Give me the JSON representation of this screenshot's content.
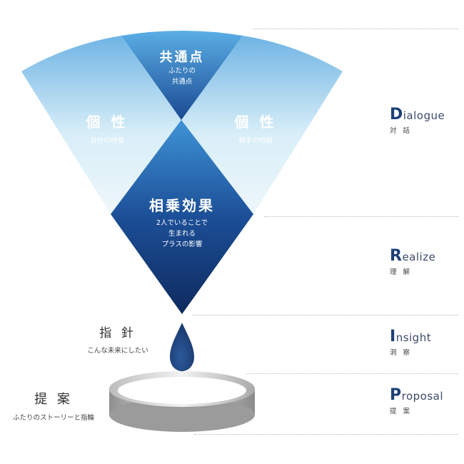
{
  "colors": {
    "fan_light": "#d8eef8",
    "fan_mid": "#6fb4e4",
    "fan_dark": "#0e2a5e",
    "drop": "#1b3b72",
    "ring_light": "#eeeeee",
    "ring_dark": "#9a9a9a",
    "accent_letter": "#1b3f78",
    "divider": "#b8b8b8"
  },
  "diagram": {
    "common": {
      "title": "共通点",
      "sub_line1": "ふたりの",
      "sub_line2": "共通点"
    },
    "self": {
      "title": "個 性",
      "sub": "自分の特徴"
    },
    "partner": {
      "title": "個 性",
      "sub": "相手の特徴"
    },
    "synergy": {
      "title": "相乗効果",
      "sub_line1": "2人でいることで",
      "sub_line2": "生まれる",
      "sub_line3": "プラスの影響"
    },
    "guide": {
      "title": "指 針",
      "sub": "こんな未来にしたい",
      "icon": "drop-icon"
    },
    "proposal": {
      "title": "提 案",
      "sub": "ふたりのストーリーと指輪",
      "icon": "ring-icon"
    }
  },
  "steps": [
    {
      "initial": "D",
      "rest": "ialogue",
      "ja": "対 話"
    },
    {
      "initial": "R",
      "rest": "ealize",
      "ja": "理 解"
    },
    {
      "initial": "I",
      "rest": "nsight",
      "ja": "洞 察"
    },
    {
      "initial": "P",
      "rest": "roposal",
      "ja": "提 案"
    }
  ]
}
